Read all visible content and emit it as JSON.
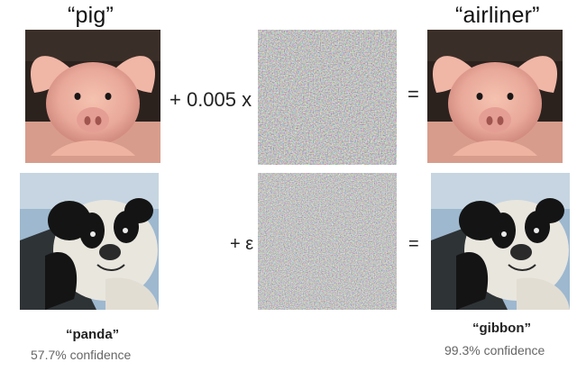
{
  "row1": {
    "left_label": "“pig”",
    "right_label": "“airliner”",
    "operator_plus": "+ 0.005 x",
    "operator_equals": "="
  },
  "row2": {
    "operator_plus": "+ ε",
    "operator_equals": "=",
    "left_label": "“panda”",
    "left_conf": "57.7% confidence",
    "right_label": "“gibbon”",
    "right_conf": "99.3% confidence"
  }
}
